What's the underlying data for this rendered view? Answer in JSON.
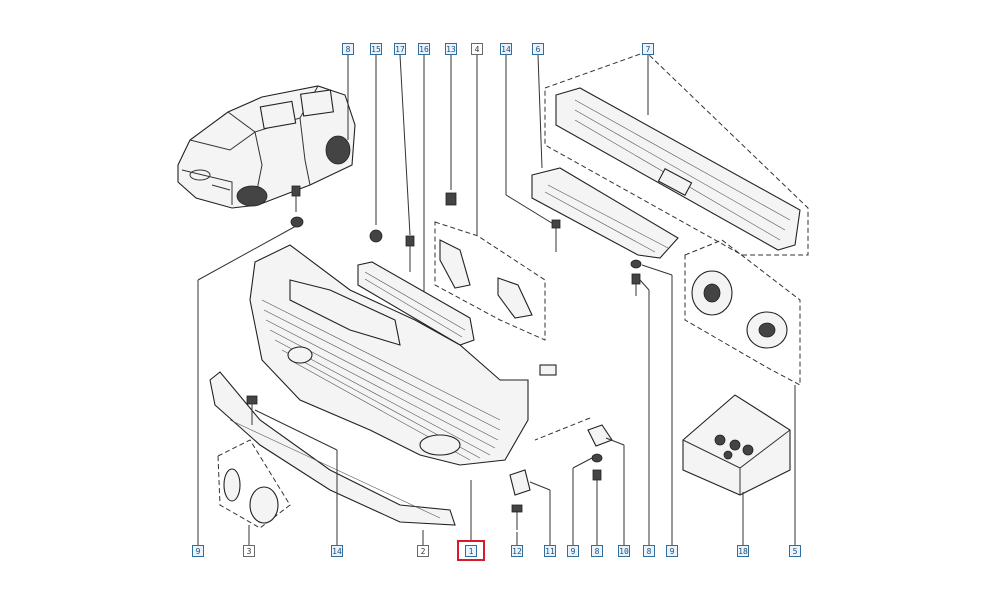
{
  "callouts": {
    "top": [
      {
        "id": "c8",
        "label": "8",
        "style": "boxed"
      },
      {
        "id": "c15",
        "label": "15",
        "style": "boxed"
      },
      {
        "id": "c17",
        "label": "17",
        "style": "boxed"
      },
      {
        "id": "c16",
        "label": "16",
        "style": "boxed"
      },
      {
        "id": "c13",
        "label": "13",
        "style": "boxed"
      },
      {
        "id": "c4",
        "label": "4",
        "style": "plain"
      },
      {
        "id": "c14t",
        "label": "14",
        "style": "boxed"
      },
      {
        "id": "c6",
        "label": "6",
        "style": "boxed"
      },
      {
        "id": "c7",
        "label": "7",
        "style": "boxed"
      }
    ],
    "bottom": [
      {
        "id": "c9a",
        "label": "9",
        "style": "boxed"
      },
      {
        "id": "c3",
        "label": "3",
        "style": "plain"
      },
      {
        "id": "c14b",
        "label": "14",
        "style": "boxed"
      },
      {
        "id": "c2",
        "label": "2",
        "style": "plain"
      },
      {
        "id": "c1",
        "label": "1",
        "style": "boxed"
      },
      {
        "id": "c12",
        "label": "12",
        "style": "boxed"
      },
      {
        "id": "c11",
        "label": "11",
        "style": "boxed"
      },
      {
        "id": "c9b",
        "label": "9",
        "style": "boxed"
      },
      {
        "id": "c8b",
        "label": "8",
        "style": "boxed"
      },
      {
        "id": "c10",
        "label": "10",
        "style": "boxed"
      },
      {
        "id": "c8c",
        "label": "8",
        "style": "boxed"
      },
      {
        "id": "c9c",
        "label": "9",
        "style": "boxed"
      },
      {
        "id": "c18",
        "label": "18",
        "style": "boxed"
      },
      {
        "id": "c5",
        "label": "5",
        "style": "boxed"
      }
    ]
  },
  "selected_part": "1",
  "colors": {
    "callout_border": "#2f6f9f",
    "highlight": "#d81b2a",
    "line": "#333333"
  }
}
